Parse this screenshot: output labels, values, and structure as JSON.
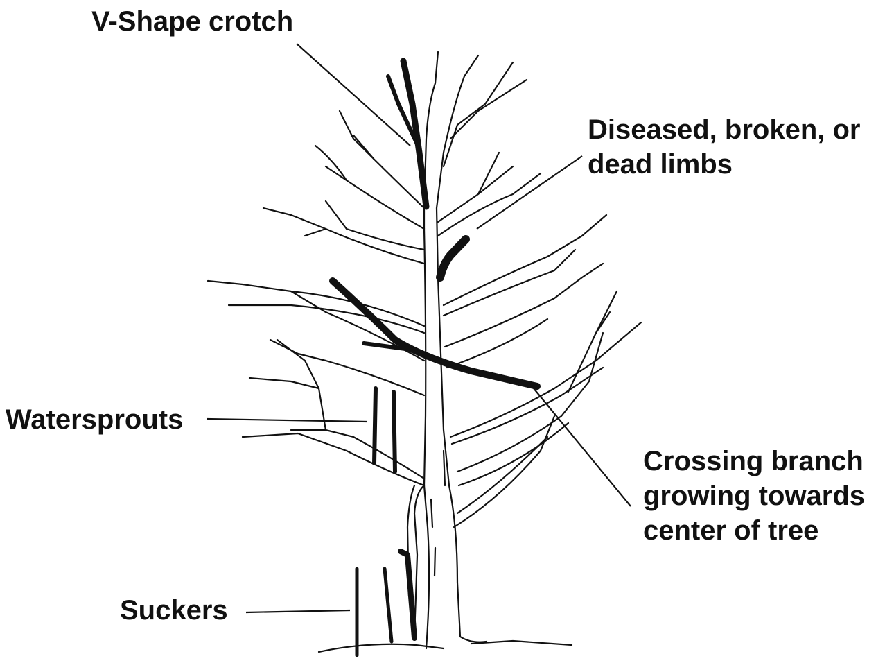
{
  "labels": {
    "v_shape": "V-Shape crotch",
    "diseased_line1": "Diseased, broken, or",
    "diseased_line2": "dead limbs",
    "watersprouts": "Watersprouts",
    "crossing_line1": "Crossing branch",
    "crossing_line2": "growing towards",
    "crossing_line3": "center of tree",
    "suckers": "Suckers"
  },
  "colors": {
    "ink": "#111111",
    "background": "#ffffff"
  }
}
